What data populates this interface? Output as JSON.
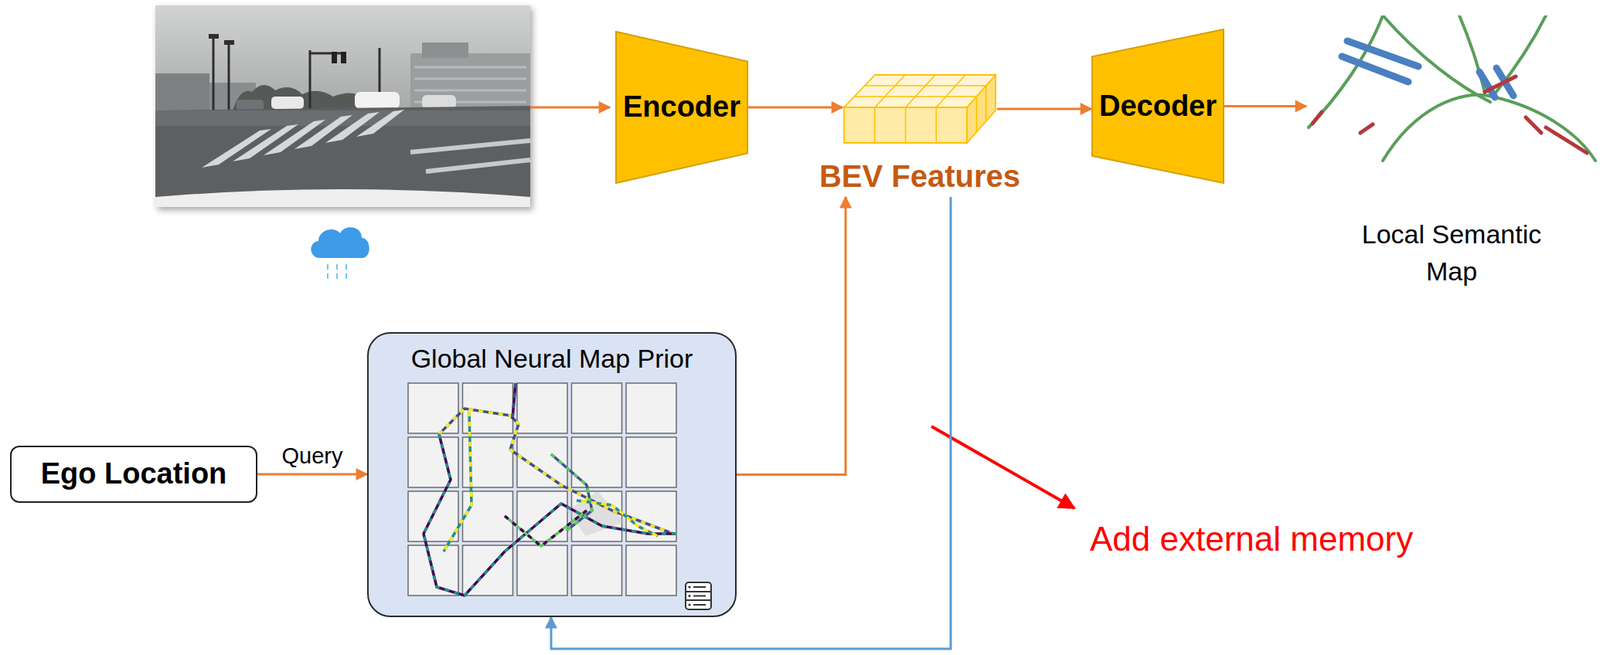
{
  "diagram": {
    "nodes": [
      {
        "text": [
          "Encoder"
        ]
      },
      {
        "text": [
          "BEV Features"
        ]
      },
      {
        "text": [
          "Decoder"
        ]
      },
      {
        "text": [
          "Local Semantic Map"
        ]
      },
      {
        "text": [
          "Ego Location"
        ]
      },
      {
        "text": [
          "Global Neural Map Prior"
        ]
      }
    ],
    "edges": [
      {
        "from": 0,
        "to": 1,
        "arrow": "to"
      },
      {
        "from": 1,
        "to": 2,
        "arrow": "to"
      },
      {
        "from": 2,
        "to": 3,
        "arrow": "to"
      },
      {
        "from": 4,
        "to": 5,
        "label": "Query",
        "arrow": "to"
      },
      {
        "from": 5,
        "to": 1,
        "arrow": "to"
      },
      {
        "from": 1,
        "to": 5,
        "arrow": "to"
      }
    ],
    "labels": [
      "Add external memory"
    ]
  }
}
